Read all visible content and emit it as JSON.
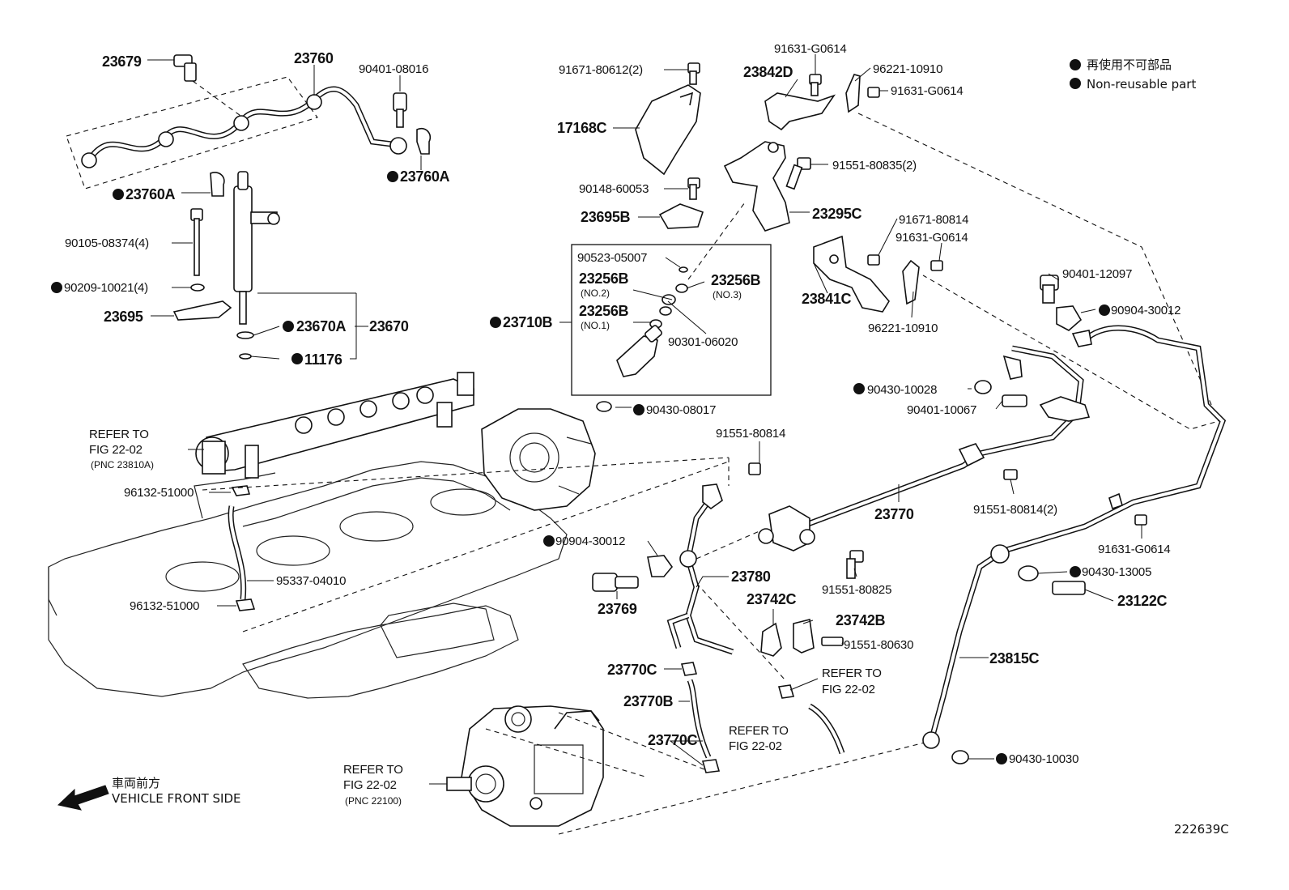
{
  "legend": {
    "line1": "再使用不可部品",
    "line2": "Non-reusable part"
  },
  "front": {
    "jp": "車両前方",
    "en": "VEHICLE FRONT SIDE"
  },
  "diagram_id": "222639C",
  "labels": {
    "p23679": "23679",
    "p23760": "23760",
    "p90401_08016": "90401-08016",
    "p23760A_r": "23760A",
    "p23760A_l": "23760A",
    "p90105": "90105-08374(4)",
    "p90209": "90209-10021(4)",
    "p23695": "23695",
    "p23670A": "23670A",
    "p23670": "23670",
    "p11176": "11176",
    "refer1_a": "REFER TO",
    "refer1_b": "FIG 22-02",
    "refer1_c": "(PNC 23810A)",
    "p96132_a": "96132-51000",
    "p95337": "95337-04010",
    "p96132_b": "96132-51000",
    "p91671_80612": "91671-80612(2)",
    "p17168C": "17168C",
    "p90148": "90148-60053",
    "p23695B": "23695B",
    "p90523": "90523-05007",
    "p23256B_2": "23256B",
    "p23256B_2n": "(NO.2)",
    "p23256B_3": "23256B",
    "p23256B_3n": "(NO.3)",
    "p23256B_1": "23256B",
    "p23256B_1n": "(NO.1)",
    "p23710B": "23710B",
    "p90301": "90301-06020",
    "p90430_08017": "90430-08017",
    "p91631_a": "91631-G0614",
    "p23842D": "23842D",
    "p96221_a": "96221-10910",
    "p91631_b": "91631-G0614",
    "p91551_80835": "91551-80835(2)",
    "p23295C": "23295C",
    "p91671_80814": "91671-80814",
    "p91631_c": "91631-G0614",
    "p23841C": "23841C",
    "p96221_b": "96221-10910",
    "p90401_12097": "90401-12097",
    "p90904_a": "90904-30012",
    "p90430_10028": "90430-10028",
    "p90401_10067": "90401-10067",
    "p91551_80814": "91551-80814",
    "p23770": "23770",
    "p91551_80814_2": "91551-80814(2)",
    "p91631_d": "91631-G0614",
    "p90904_b": "90904-30012",
    "p23780": "23780",
    "p91551_80825": "91551-80825",
    "p23769": "23769",
    "p23742C": "23742C",
    "p23742B": "23742B",
    "p91551_80630": "91551-80630",
    "p90430_13005": "90430-13005",
    "p23122C": "23122C",
    "p23815C": "23815C",
    "p23770C_a": "23770C",
    "refer2_a": "REFER TO",
    "refer2_b": "FIG 22-02",
    "p23770B": "23770B",
    "refer3_a": "REFER TO",
    "refer3_b": "FIG 22-02",
    "p23770C_b": "23770C",
    "refer4_a": "REFER TO",
    "refer4_b": "FIG 22-02",
    "refer4_c": "(PNC 22100)",
    "p90430_10030": "90430-10030"
  }
}
